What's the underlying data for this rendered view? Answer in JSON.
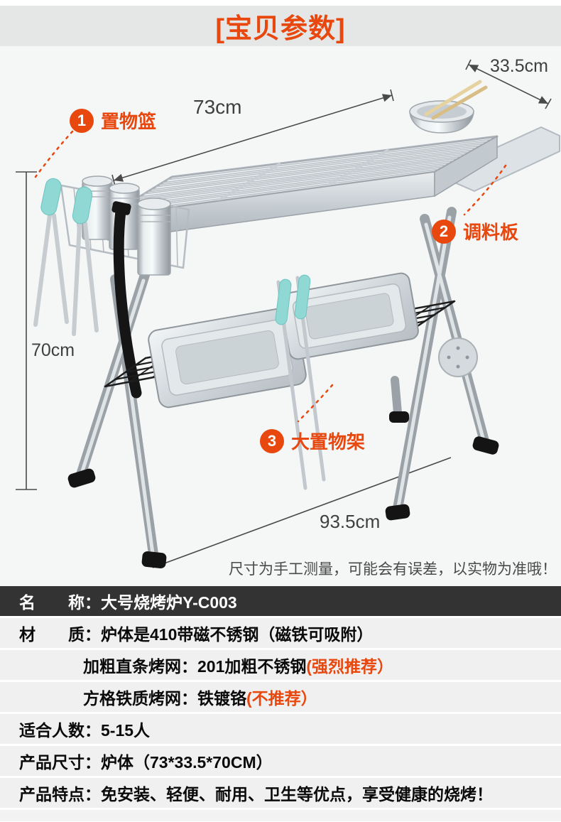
{
  "header": {
    "title": "[宝贝参数]"
  },
  "diagram": {
    "dimensions": {
      "top_width": "73cm",
      "depth": "33.5cm",
      "height": "70cm",
      "base_width": "93.5cm"
    },
    "callouts": [
      {
        "num": "1",
        "label": "置物篮"
      },
      {
        "num": "2",
        "label": "调料板"
      },
      {
        "num": "3",
        "label": "大置物架"
      }
    ],
    "note": "尺寸为手工测量，可能会有误差，以实物为准哦！"
  },
  "spec_table": {
    "rows": [
      {
        "label": "名　　称：",
        "value": "大号烧烤炉Y-C003"
      },
      {
        "label": "材　　质：",
        "value": "炉体是410带磁不锈钢（磁铁可吸附）"
      },
      {
        "label": "加粗直条烤网：",
        "value": "201加粗不锈钢",
        "highlight": "(强烈推荐）"
      },
      {
        "label": "方格铁质烤网：",
        "value": "铁镀铬",
        "highlight": "(不推荐）"
      },
      {
        "label": "适合人数：",
        "value": "5-15人"
      },
      {
        "label": "产品尺寸：",
        "value": "炉体（73*33.5*70CM）"
      },
      {
        "label": "产品特点：",
        "value": "免安装、轻便、耐用、卫生等优点，享受健康的烧烤！"
      }
    ]
  },
  "colors": {
    "accent": "#e8470e",
    "dark_row_bg": "#333333",
    "light_row_bg": "#f0f0f0",
    "title_band_bg": "#e5e7e7",
    "product_bg": "#f5f6f6",
    "teal_handle": "#8fd8d4",
    "dimension_text": "#3f3f3f"
  }
}
